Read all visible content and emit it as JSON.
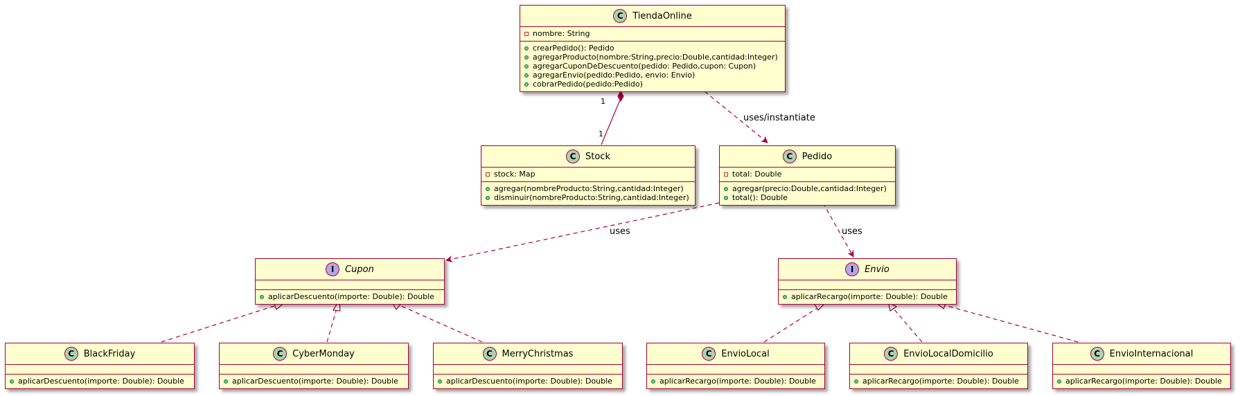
{
  "diagram": {
    "classes": {
      "tienda": {
        "name": "TiendaOnline",
        "kind": "class",
        "attributes": [
          {
            "text": "nombre: String",
            "visibility": "private"
          }
        ],
        "methods": [
          {
            "text": "crearPedido(): Pedido",
            "visibility": "public"
          },
          {
            "text": "agregarProducto(nombre:String,precio:Double,cantidad:Integer)",
            "visibility": "public"
          },
          {
            "text": "agregarCuponDeDescuento(pedido: Pedido,cupon: Cupon)",
            "visibility": "public"
          },
          {
            "text": "agregarEnvio(pedido:Pedido, envio: Envio)",
            "visibility": "public"
          },
          {
            "text": "cobrarPedido(pedido:Pedido)",
            "visibility": "public"
          }
        ]
      },
      "stock": {
        "name": "Stock",
        "kind": "class",
        "attributes": [
          {
            "text": "stock: Map",
            "visibility": "private"
          }
        ],
        "methods": [
          {
            "text": "agregar(nombreProducto:String,cantidad:Integer)",
            "visibility": "public"
          },
          {
            "text": "disminuir(nombreProducto:String,cantidad:Integer)",
            "visibility": "public"
          }
        ]
      },
      "pedido": {
        "name": "Pedido",
        "kind": "class",
        "attributes": [
          {
            "text": "total: Double",
            "visibility": "private"
          }
        ],
        "methods": [
          {
            "text": "agregar(precio:Double,cantidad:Integer)",
            "visibility": "public"
          },
          {
            "text": "total(): Double",
            "visibility": "public"
          }
        ]
      },
      "cupon": {
        "name": "Cupon",
        "kind": "interface",
        "attributes": [],
        "methods": [
          {
            "text": "aplicarDescuento(importe: Double): Double",
            "visibility": "public"
          }
        ]
      },
      "envio": {
        "name": "Envio",
        "kind": "interface",
        "attributes": [],
        "methods": [
          {
            "text": "aplicarRecargo(importe: Double): Double",
            "visibility": "public"
          }
        ]
      },
      "blackfriday": {
        "name": "BlackFriday",
        "kind": "class",
        "attributes": [],
        "methods": [
          {
            "text": "aplicarDescuento(importe: Double): Double",
            "visibility": "public"
          }
        ]
      },
      "cybermonday": {
        "name": "CyberMonday",
        "kind": "class",
        "attributes": [],
        "methods": [
          {
            "text": "aplicarDescuento(importe: Double): Double",
            "visibility": "public"
          }
        ]
      },
      "merrychristmas": {
        "name": "MerryChristmas",
        "kind": "class",
        "attributes": [],
        "methods": [
          {
            "text": "aplicarDescuento(importe: Double): Double",
            "visibility": "public"
          }
        ]
      },
      "enviolocal": {
        "name": "EnvioLocal",
        "kind": "class",
        "attributes": [],
        "methods": [
          {
            "text": "aplicarRecargo(importe: Double): Double",
            "visibility": "public"
          }
        ]
      },
      "enviolocaldomicilio": {
        "name": "EnvioLocalDomicilio",
        "kind": "class",
        "attributes": [],
        "methods": [
          {
            "text": "aplicarRecargo(importe: Double): Double",
            "visibility": "public"
          }
        ]
      },
      "enviointernacional": {
        "name": "EnvioInternacional",
        "kind": "class",
        "attributes": [],
        "methods": [
          {
            "text": "aplicarRecargo(importe: Double): Double",
            "visibility": "public"
          }
        ]
      }
    },
    "relations": {
      "composition_stock": {
        "mult_source": "1",
        "mult_target": "1"
      },
      "uses_instantiate": {
        "label": "uses/instantiate"
      },
      "uses_cupon": {
        "label": "uses"
      },
      "uses_envio": {
        "label": "uses"
      }
    },
    "colors": {
      "class_fill": "#fefece",
      "border": "#a80036",
      "class_badge": "#add1b2",
      "interface_badge": "#b4a7e5",
      "private_marker": "#c82930",
      "public_marker": "#84be84"
    }
  }
}
